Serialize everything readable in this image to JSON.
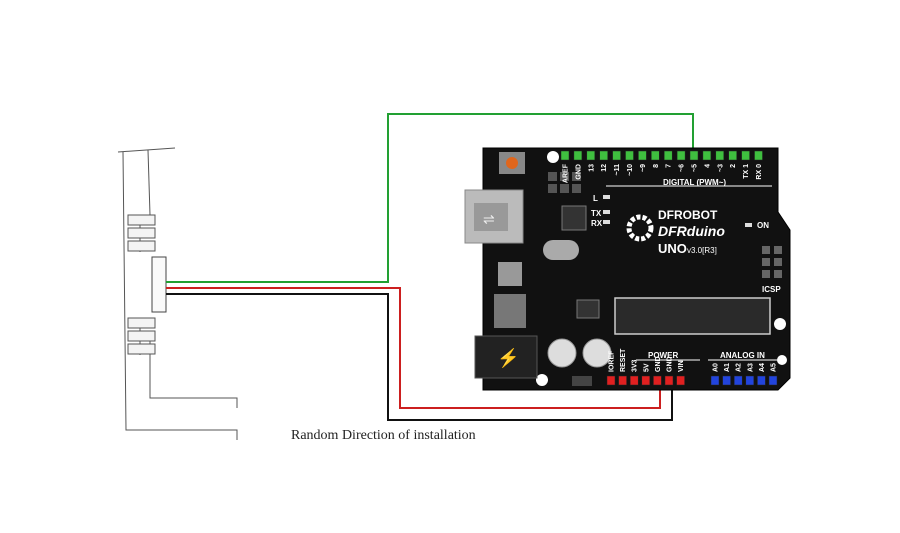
{
  "caption": "Random Direction of installation",
  "board": {
    "brand_line1": "DFROBOT",
    "brand_line2": "DFRduino",
    "model": "UNO",
    "version": "v3.0[R3]",
    "digital_title": "DIGITAL (PWM~)",
    "digital_pins": [
      "AREF",
      "GND",
      "13",
      "12",
      "~11",
      "~10",
      "~9",
      "8",
      "7",
      "~6",
      "~5",
      "4",
      "~3",
      "2",
      "TX 1",
      "RX 0"
    ],
    "led_labels": [
      "L",
      "TX",
      "RX"
    ],
    "on_label": "ON",
    "icsp_label": "ICSP",
    "power_title": "POWER",
    "power_pins": [
      "IOREF",
      "RESET",
      "3V3",
      "5V",
      "GND",
      "GND",
      "VIN"
    ],
    "analog_title": "ANALOG IN",
    "analog_pins": [
      "A0",
      "A1",
      "A2",
      "A3",
      "A4",
      "A5"
    ]
  },
  "colors": {
    "board": "#111111",
    "green_wire": "#22a032",
    "red_wire": "#cc1f1f",
    "black_wire": "#111111",
    "digital_header": "#3fbf3f",
    "power_header": "#e02020",
    "analog_header": "#2244dd"
  }
}
